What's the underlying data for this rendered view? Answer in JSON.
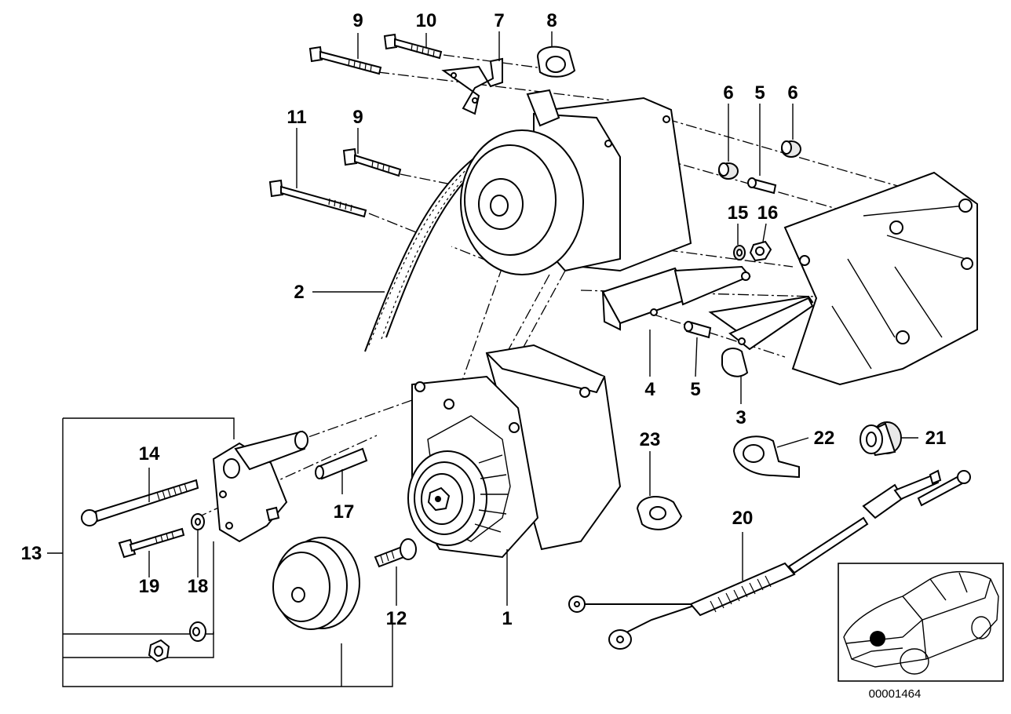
{
  "diagram": {
    "reference_number": "00001464",
    "callouts": [
      {
        "id": "c1",
        "label": "1"
      },
      {
        "id": "c2",
        "label": "2"
      },
      {
        "id": "c3",
        "label": "3"
      },
      {
        "id": "c4",
        "label": "4"
      },
      {
        "id": "c5a",
        "label": "5"
      },
      {
        "id": "c5b",
        "label": "5"
      },
      {
        "id": "c6a",
        "label": "6"
      },
      {
        "id": "c6b",
        "label": "6"
      },
      {
        "id": "c7",
        "label": "7"
      },
      {
        "id": "c8",
        "label": "8"
      },
      {
        "id": "c9a",
        "label": "9"
      },
      {
        "id": "c9b",
        "label": "9"
      },
      {
        "id": "c10",
        "label": "10"
      },
      {
        "id": "c11",
        "label": "11"
      },
      {
        "id": "c12",
        "label": "12"
      },
      {
        "id": "c13",
        "label": "13"
      },
      {
        "id": "c14",
        "label": "14"
      },
      {
        "id": "c15",
        "label": "15"
      },
      {
        "id": "c16",
        "label": "16"
      },
      {
        "id": "c17",
        "label": "17"
      },
      {
        "id": "c18",
        "label": "18"
      },
      {
        "id": "c19",
        "label": "19"
      },
      {
        "id": "c20",
        "label": "20"
      },
      {
        "id": "c21",
        "label": "21"
      },
      {
        "id": "c22",
        "label": "22"
      },
      {
        "id": "c23",
        "label": "23"
      }
    ]
  }
}
